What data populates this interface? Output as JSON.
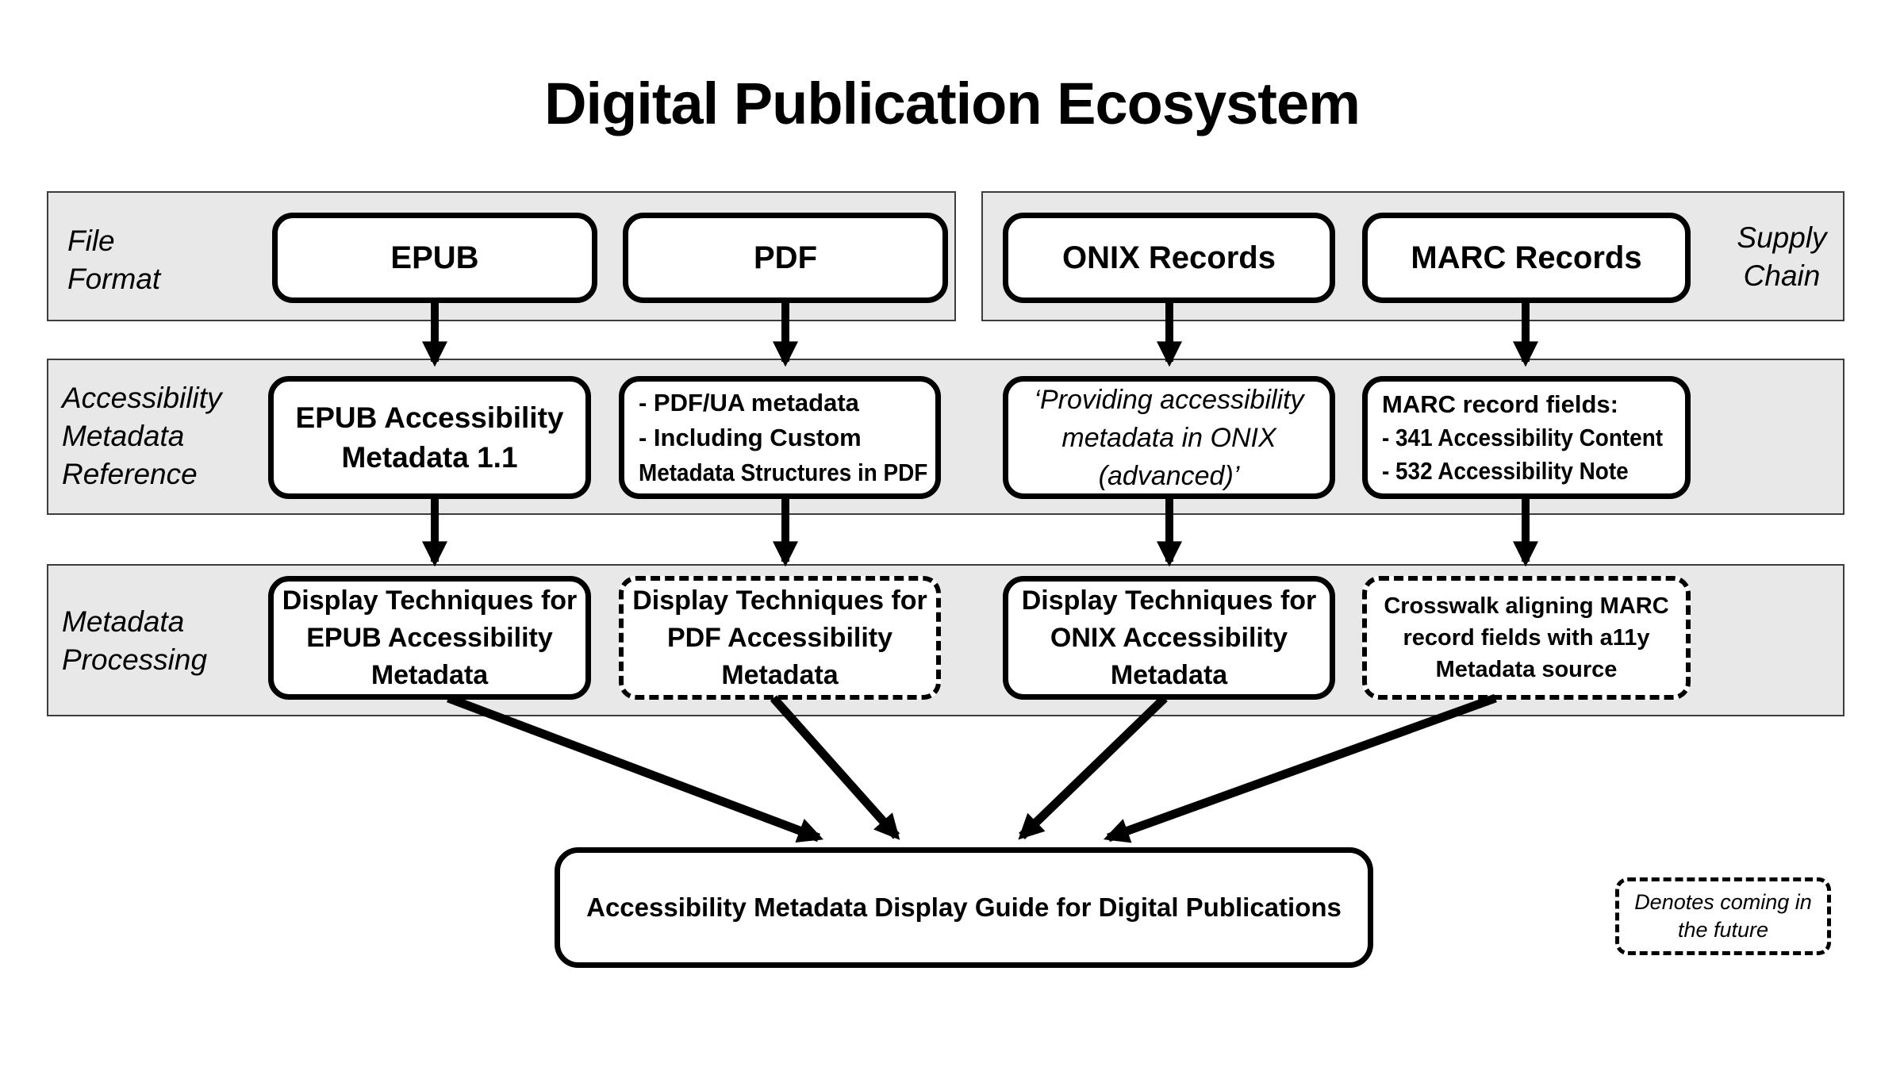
{
  "title": "Digital Publication Ecosystem",
  "colors": {
    "background": "#ffffff",
    "band_fill": "#e8e8e8",
    "band_border": "#3d3d3d",
    "node_border": "#000000",
    "text": "#000000",
    "arrow": "#000000"
  },
  "row_labels": {
    "file_format": [
      "File",
      "Format"
    ],
    "supply_chain": [
      "Supply",
      "Chain"
    ],
    "reference": [
      "Accessibility",
      "Metadata",
      "Reference"
    ],
    "processing": [
      "Metadata",
      "Processing"
    ]
  },
  "format_boxes": [
    {
      "label": "EPUB"
    },
    {
      "label": "PDF"
    }
  ],
  "supply_boxes": [
    {
      "label": "ONIX Records"
    },
    {
      "label": "MARC Records"
    }
  ],
  "reference_boxes": [
    {
      "lines": [
        "EPUB Accessibility",
        "Metadata 1.1"
      ],
      "style": "centered-bold"
    },
    {
      "lines": [
        "- PDF/UA metadata",
        "- Including Custom",
        "Metadata Structures in PDF"
      ],
      "style": "left-bold"
    },
    {
      "lines": [
        "‘Providing accessibility",
        "metadata in ONIX",
        "(advanced)’"
      ],
      "style": "centered-italic"
    },
    {
      "lines": [
        "MARC record fields:",
        "- 341 Accessibility Content",
        "- 532 Accessibility Note"
      ],
      "style": "left-bold"
    }
  ],
  "processing_boxes": [
    {
      "lines": [
        "Display Techniques for",
        "EPUB Accessibility",
        "Metadata"
      ],
      "border": "solid"
    },
    {
      "lines": [
        "Display Techniques for",
        "PDF Accessibility",
        "Metadata"
      ],
      "border": "dotted"
    },
    {
      "lines": [
        "Display Techniques for",
        "ONIX Accessibility",
        "Metadata"
      ],
      "border": "solid"
    },
    {
      "lines": [
        "Crosswalk aligning MARC",
        "record fields with a11y",
        "Metadata source"
      ],
      "border": "dotted"
    }
  ],
  "output_box": {
    "label": "Accessibility Metadata Display Guide for Digital Publications"
  },
  "legend": {
    "lines": [
      "Denotes coming in",
      "the future"
    ]
  }
}
